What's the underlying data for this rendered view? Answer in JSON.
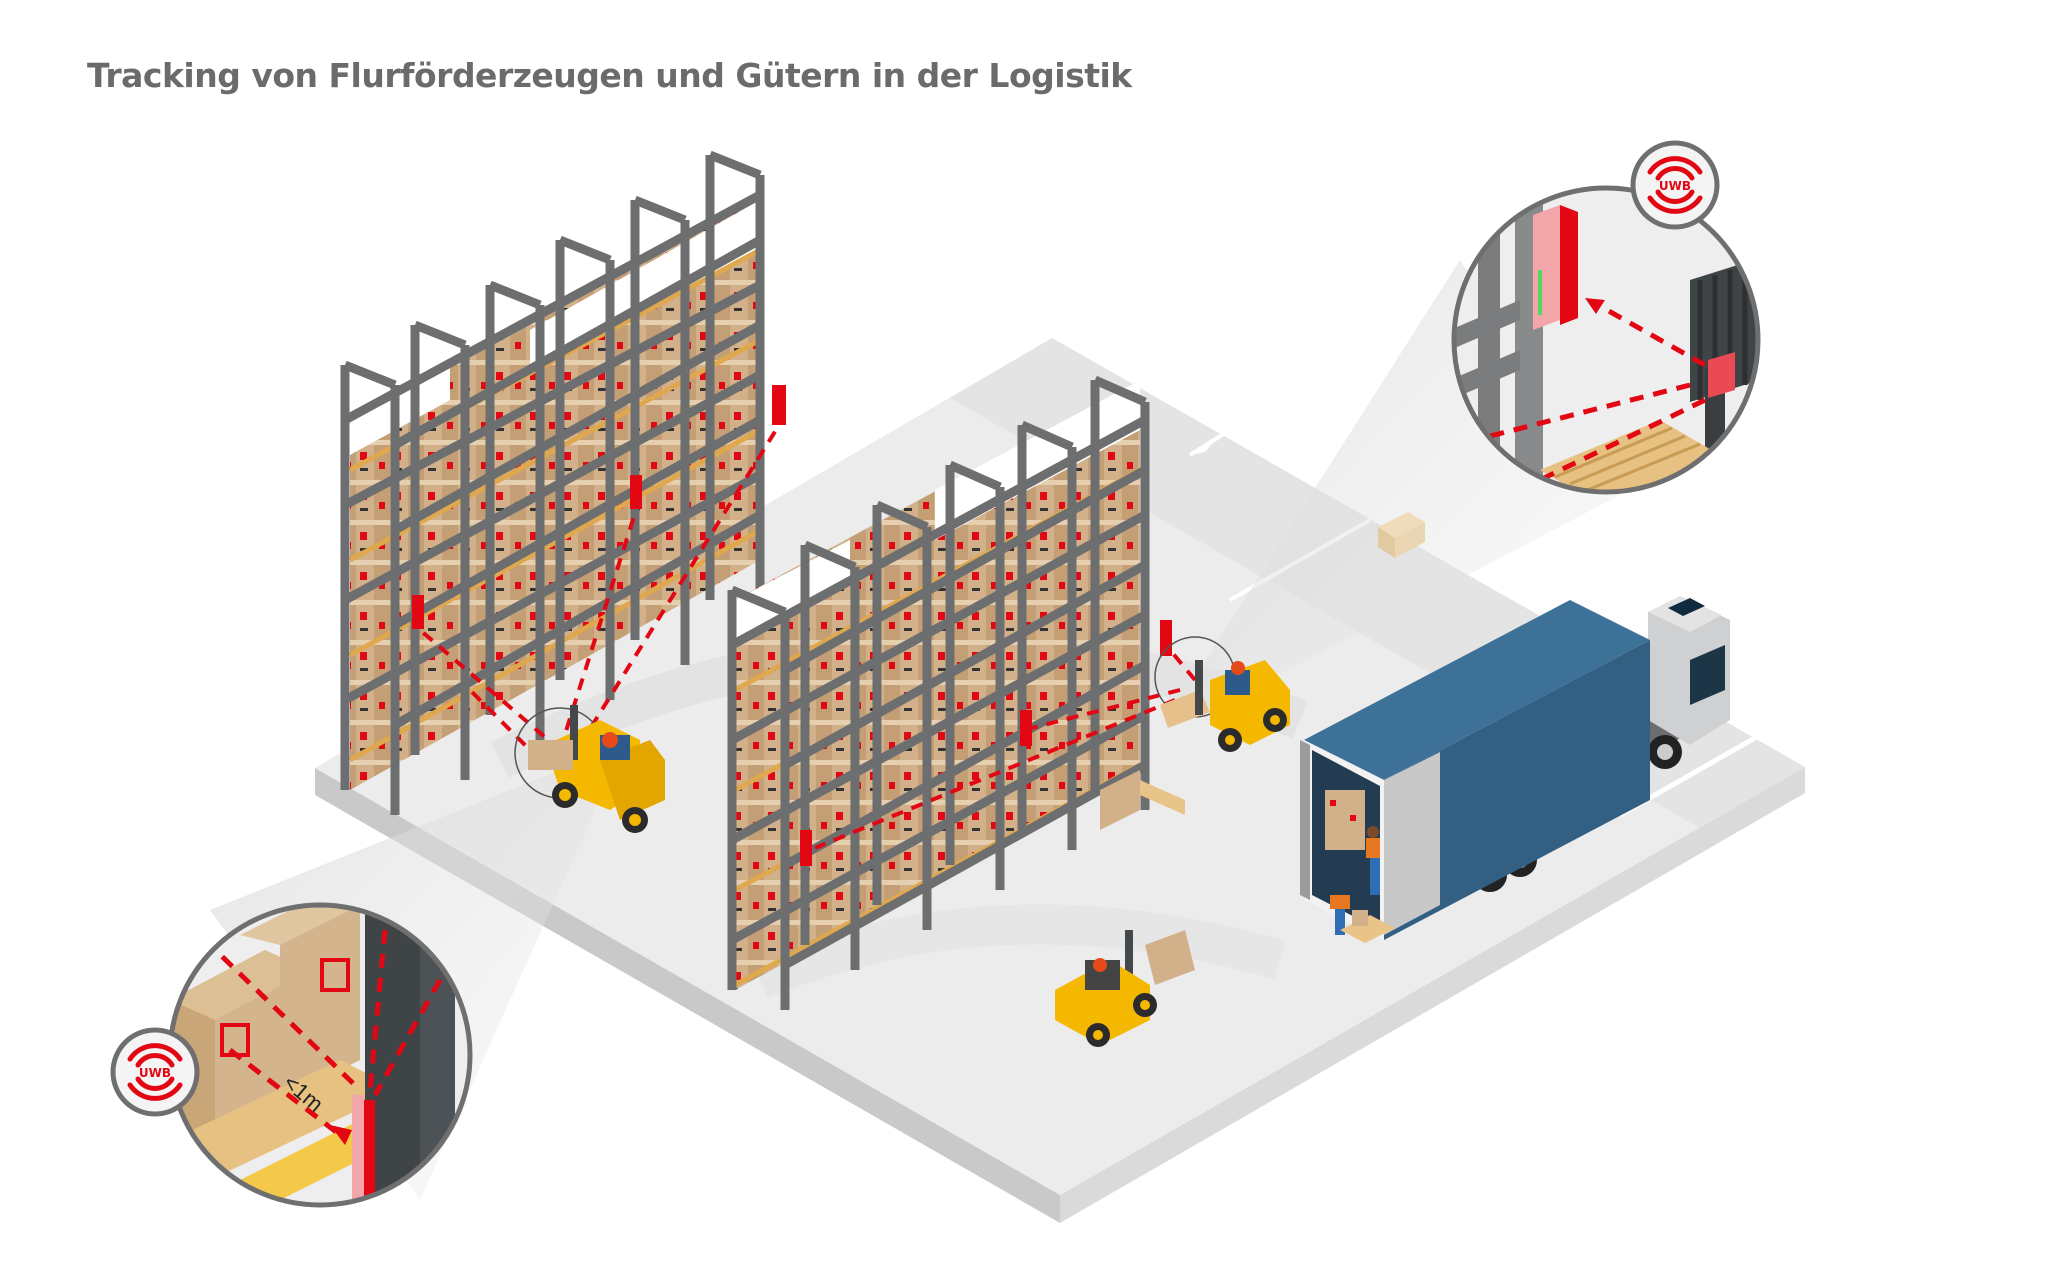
{
  "header": {
    "title": "Tracking von Flurförderzeugen und Gütern in der Logistik"
  },
  "badges": {
    "top_right": {
      "label": "UWB",
      "icon": "uwb-signal-icon"
    },
    "bottom_left": {
      "label": "UWB",
      "icon": "uwb-signal-icon"
    }
  },
  "zoom_details": {
    "bottom_left": {
      "distance_label": "<1m",
      "icon": "rfid-tag-icon"
    },
    "top_right": {
      "icon": "uwb-anchor-icon"
    }
  },
  "colors": {
    "accent_red": "#e30613",
    "rack_gray": "#6d6e70",
    "box_tan": "#d4b48c",
    "forklift_yellow": "#f5b800",
    "truck_blue": "#3e7198",
    "title_gray": "#6b6b6b",
    "floor": "#ececec"
  }
}
